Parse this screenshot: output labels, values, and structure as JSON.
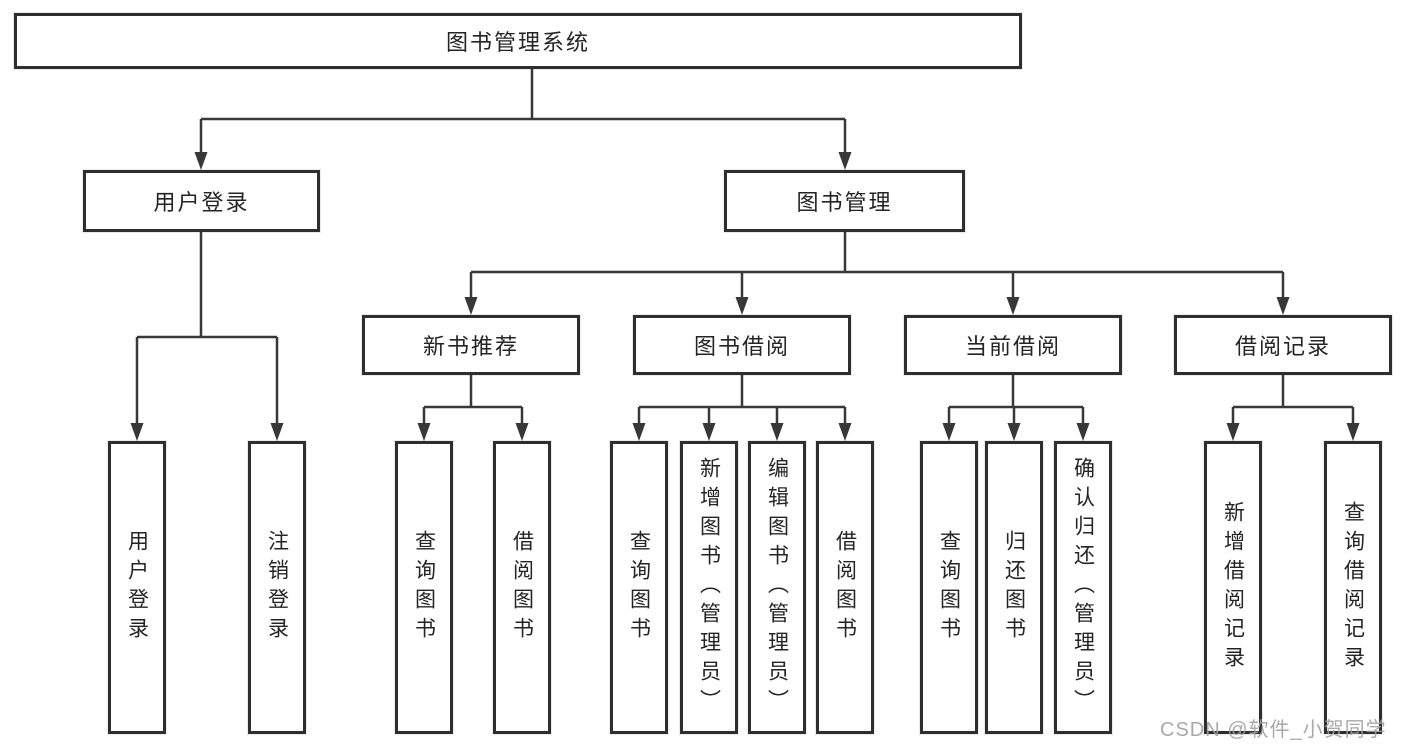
{
  "tree": {
    "root": {
      "label": "图书管理系统"
    },
    "branches": [
      {
        "label": "用户登录",
        "children": [
          {
            "label": "用户登录"
          },
          {
            "label": "注销登录"
          }
        ]
      },
      {
        "label": "图书管理",
        "groups": [
          {
            "label": "新书推荐",
            "children": [
              {
                "label": "查询图书"
              },
              {
                "label": "借阅图书"
              }
            ]
          },
          {
            "label": "图书借阅",
            "children": [
              {
                "label": "查询图书"
              },
              {
                "label": "新增图书（管理员）"
              },
              {
                "label": "编辑图书（管理员）"
              },
              {
                "label": "借阅图书"
              }
            ]
          },
          {
            "label": "当前借阅",
            "children": [
              {
                "label": "查询图书"
              },
              {
                "label": "归还图书"
              },
              {
                "label": "确认归还（管理员）"
              }
            ]
          },
          {
            "label": "借阅记录",
            "children": [
              {
                "label": "新增借阅记录"
              },
              {
                "label": "查询借阅记录"
              }
            ]
          }
        ]
      }
    ]
  },
  "watermark": "CSDN @软件_小贺同学",
  "colors": {
    "line": "#383838",
    "border": "#2e2e2e",
    "text": "#242424",
    "watermark": "#a0a0a0"
  }
}
